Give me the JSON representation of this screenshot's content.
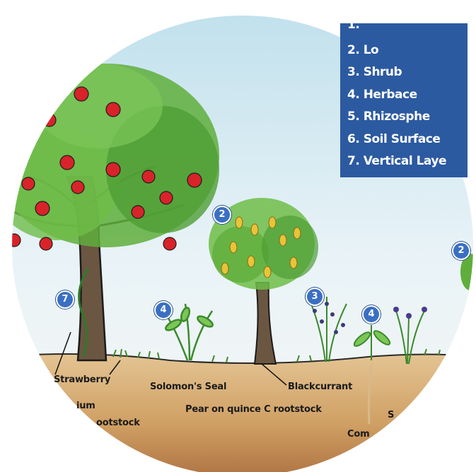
{
  "legend": {
    "items": [
      "1.",
      "2. Lo",
      "3. Shrub",
      "4. Herbace",
      "5. Rhizosphe",
      "6. Soil Surface",
      "7. Vertical Laye"
    ]
  },
  "badges": [
    "7",
    "4",
    "2",
    "3",
    "4",
    "2"
  ],
  "labels": {
    "strawberry": "Strawberry",
    "ium": "ium",
    "rootstock": "ootstock",
    "solomons_seal": "Solomon's Seal",
    "blackcurrant": "Blackcurrant",
    "pear": "Pear on quince C rootstock",
    "com": "Com",
    "s": "S"
  },
  "colors": {
    "legend_bg": "#2c5aa0",
    "badge": "#3a6fc4",
    "foliage": "#5fae3c",
    "apple": "#d8232a",
    "pear_fruit": "#e7c43a",
    "soil": "#c79a62"
  }
}
